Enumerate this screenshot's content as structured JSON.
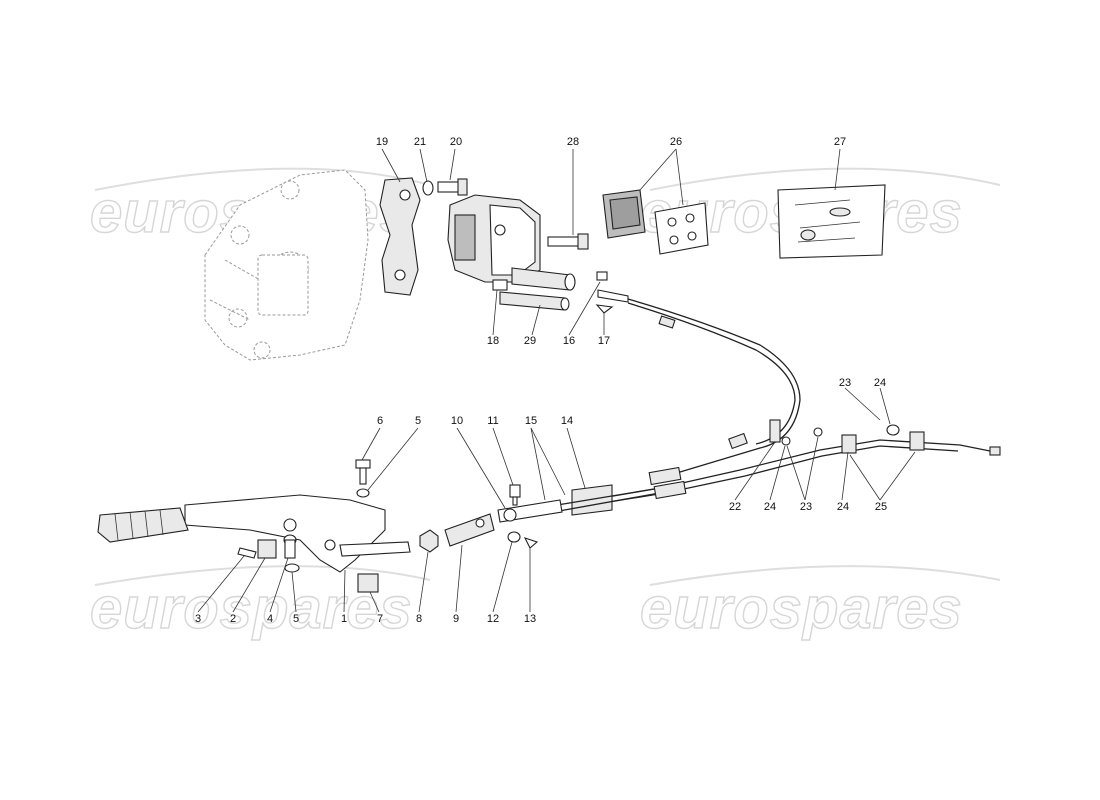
{
  "watermark": {
    "text": "eurospares"
  },
  "diagram": {
    "type": "exploded-parts-diagram",
    "callouts": [
      {
        "id": "c19",
        "label": "19"
      },
      {
        "id": "c21",
        "label": "21"
      },
      {
        "id": "c20",
        "label": "20"
      },
      {
        "id": "c28",
        "label": "28"
      },
      {
        "id": "c26",
        "label": "26"
      },
      {
        "id": "c27",
        "label": "27"
      },
      {
        "id": "c18",
        "label": "18"
      },
      {
        "id": "c29",
        "label": "29"
      },
      {
        "id": "c16",
        "label": "16"
      },
      {
        "id": "c17",
        "label": "17"
      },
      {
        "id": "c23a",
        "label": "23"
      },
      {
        "id": "c24a",
        "label": "24"
      },
      {
        "id": "c6",
        "label": "6"
      },
      {
        "id": "c5a",
        "label": "5"
      },
      {
        "id": "c10",
        "label": "10"
      },
      {
        "id": "c11",
        "label": "11"
      },
      {
        "id": "c15",
        "label": "15"
      },
      {
        "id": "c14",
        "label": "14"
      },
      {
        "id": "c22",
        "label": "22"
      },
      {
        "id": "c24b",
        "label": "24"
      },
      {
        "id": "c23b",
        "label": "23"
      },
      {
        "id": "c24c",
        "label": "24"
      },
      {
        "id": "c25",
        "label": "25"
      },
      {
        "id": "c3",
        "label": "3"
      },
      {
        "id": "c2",
        "label": "2"
      },
      {
        "id": "c4",
        "label": "4"
      },
      {
        "id": "c5b",
        "label": "5"
      },
      {
        "id": "c1",
        "label": "1"
      },
      {
        "id": "c7",
        "label": "7"
      },
      {
        "id": "c8",
        "label": "8"
      },
      {
        "id": "c9",
        "label": "9"
      },
      {
        "id": "c12",
        "label": "12"
      },
      {
        "id": "c13",
        "label": "13"
      }
    ]
  }
}
